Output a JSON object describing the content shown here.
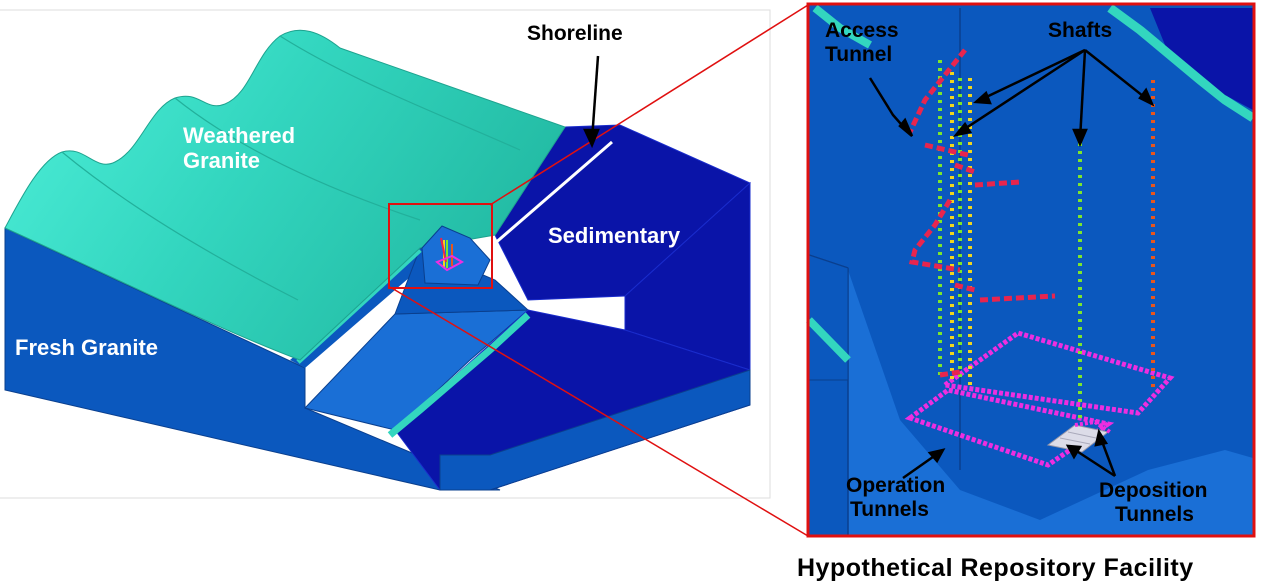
{
  "labels": {
    "weathered_granite": [
      "Weathered",
      "Granite"
    ],
    "sedimentary": "Sedimentary",
    "fresh_granite": "Fresh Granite",
    "shoreline": "Shoreline",
    "access_tunnel": [
      "Access",
      "Tunnel"
    ],
    "shafts": "Shafts",
    "operation_tunnels": [
      "Operation",
      "Tunnels"
    ],
    "deposition_tunnels": [
      "Deposition",
      "Tunnels"
    ],
    "caption": "Hypothetical Repository Facility"
  },
  "colors": {
    "weathered_granite": "#33d6bf",
    "fresh_granite": "#0b58be",
    "sedimentary": "#0a14a8",
    "inset_background": "#0b58be",
    "callout_red": "#e01010",
    "operation_tunnel": "#ee2ee0",
    "access_tunnel": "#e8254e",
    "shaft_yellow": "#f0d61e",
    "shaft_green": "#7ee62a",
    "shaft_orange": "#e8561c"
  }
}
